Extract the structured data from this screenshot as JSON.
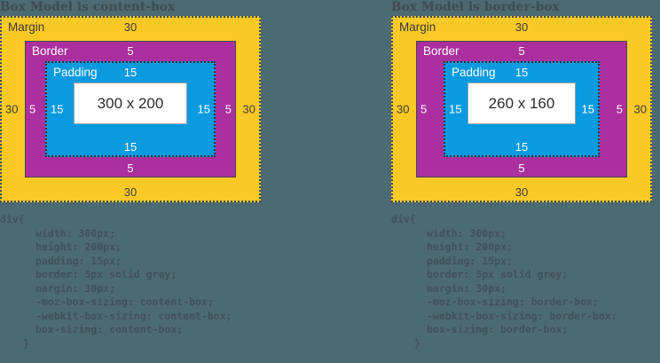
{
  "background_color": "#4c6a72",
  "palette": {
    "margin": "#fbc926",
    "border": "#ab2f9e",
    "padding": "#0a9ae0",
    "content": "#ffffff",
    "outline": "#3f4a4f"
  },
  "panels": [
    {
      "id": "content-box",
      "title": "Box Model is content-box",
      "zones": {
        "margin_label": "Margin",
        "border_label": "Border",
        "padding_label": "Padding"
      },
      "values": {
        "margin": {
          "top": "30",
          "right": "30",
          "bottom": "30",
          "left": "30"
        },
        "border": {
          "top": "5",
          "right": "5",
          "bottom": "5",
          "left": "5"
        },
        "padding": {
          "top": "15",
          "right": "15",
          "bottom": "15",
          "left": "15"
        },
        "content": "300 x 200"
      },
      "code": [
        {
          "text": "div{",
          "indent": "open"
        },
        {
          "text": "width: 300px;",
          "indent": "ind"
        },
        {
          "text": "height: 200px;",
          "indent": "ind"
        },
        {
          "text": "padding: 15px;",
          "indent": "ind"
        },
        {
          "text": "border: 5px solid grey;",
          "indent": "ind"
        },
        {
          "text": "margin: 30px;",
          "indent": "ind"
        },
        {
          "text": "-moz-box-sizing: content-box;",
          "indent": "ind"
        },
        {
          "text": "-webkit-box-sizing: content-box;",
          "indent": "ind"
        },
        {
          "text": "box-sizing: content-box;",
          "indent": "ind"
        },
        {
          "text": "}",
          "indent": "close"
        }
      ]
    },
    {
      "id": "border-box",
      "title": "Box Model is border-box",
      "zones": {
        "margin_label": "Margin",
        "border_label": "Border",
        "padding_label": "Padding"
      },
      "values": {
        "margin": {
          "top": "30",
          "right": "30",
          "bottom": "30",
          "left": "30"
        },
        "border": {
          "top": "5",
          "right": "5",
          "bottom": "5",
          "left": "5"
        },
        "padding": {
          "top": "15",
          "right": "15",
          "bottom": "15",
          "left": "15"
        },
        "content": "260 x 160"
      },
      "code": [
        {
          "text": "div{",
          "indent": "open"
        },
        {
          "text": "width: 300px;",
          "indent": "ind"
        },
        {
          "text": "height: 200px;",
          "indent": "ind"
        },
        {
          "text": "padding: 15px;",
          "indent": "ind"
        },
        {
          "text": "border: 5px solid grey;",
          "indent": "ind"
        },
        {
          "text": "margin: 30px;",
          "indent": "ind"
        },
        {
          "text": "-moz-box-sizing: border-box;",
          "indent": "ind"
        },
        {
          "text": "-webkit-box-sizing: border-box;",
          "indent": "ind"
        },
        {
          "text": "box-sizing: border-box;",
          "indent": "ind"
        },
        {
          "text": "}",
          "indent": "close"
        }
      ]
    }
  ]
}
